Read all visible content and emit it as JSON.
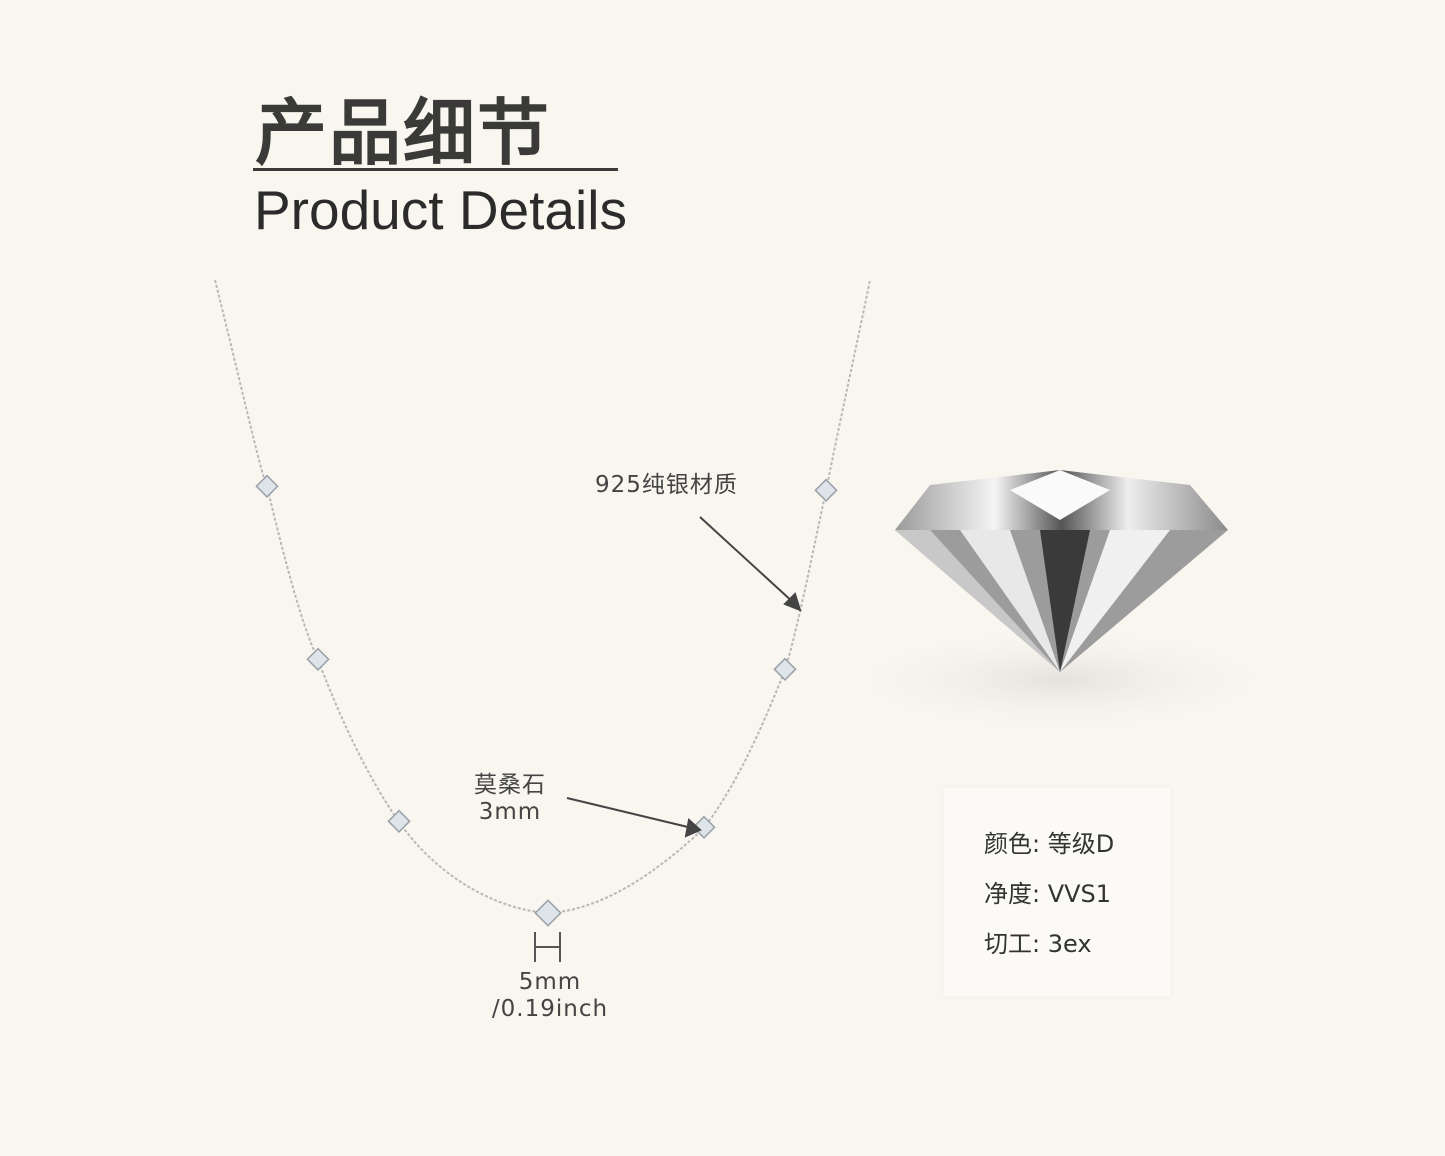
{
  "header": {
    "title_cn": "产品细节",
    "title_en": "Product Details"
  },
  "callouts": {
    "material": "925纯银材质",
    "stone_name": "莫桑石",
    "stone_size": "3mm",
    "width_mm": "5mm",
    "width_inch": "/0.19inch"
  },
  "specs": [
    {
      "text": "颜色:  等级D"
    },
    {
      "text": "净度:  VVS1"
    },
    {
      "text": "切工: 3ex"
    }
  ],
  "colors": {
    "background": "#f8f6ef",
    "text": "#3a3a38"
  }
}
